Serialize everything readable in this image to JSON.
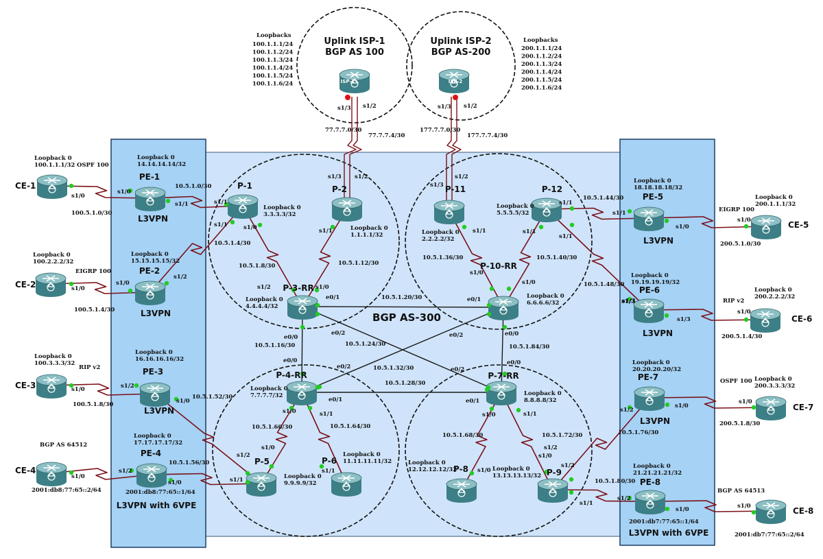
{
  "titles": {
    "isp1_line1": "Uplink ISP-1",
    "isp1_line2": "BGP AS 100",
    "isp2_line1": "Uplink ISP-2",
    "isp2_line2": "BGP AS-200",
    "as300": "BGP AS-300"
  },
  "loopback_blocks": {
    "isp1": {
      "header": "Loopbacks",
      "lines": [
        "100.1.1.1/24",
        "100.1.1.2/24",
        "100.1.1.3/24",
        "100.1.1.4/24",
        "100.1.1.5/24",
        "100.1.1.6/24"
      ]
    },
    "isp2": {
      "header": "Loopbacks",
      "lines": [
        "200.1.1.1/24",
        "200.1.1.2/24",
        "200.1.1.3/24",
        "200.1.1.4/24",
        "200.1.1.5/24",
        "200.1.1.6/24"
      ]
    }
  },
  "routers": [
    {
      "id": "isp1",
      "name": "ISP-1",
      "inner": true
    },
    {
      "id": "isp2",
      "name": "ISP-2",
      "inner": true
    },
    {
      "id": "ce1",
      "name": "CE-1"
    },
    {
      "id": "ce2",
      "name": "CE-2"
    },
    {
      "id": "ce3",
      "name": "CE-3"
    },
    {
      "id": "ce4",
      "name": "CE-4"
    },
    {
      "id": "pe1",
      "name": "PE-1",
      "sub": "L3VPN",
      "lo1": "Loopback 0",
      "lo2": "14.14.14.14/32"
    },
    {
      "id": "pe2",
      "name": "PE-2",
      "sub": "L3VPN",
      "lo1": "Loopback 0",
      "lo2": "15.15.15.15/32"
    },
    {
      "id": "pe3",
      "name": "PE-3",
      "sub": "L3VPN",
      "lo1": "Loopback 0",
      "lo2": "16.16.16.16/32"
    },
    {
      "id": "pe4",
      "name": "PE-4",
      "sub": "L3VPN with 6VPE",
      "lo1": "Loopback 0",
      "lo2": "17.17.17.17/32"
    },
    {
      "id": "p1",
      "name": "P-1",
      "lo1": "Loopback 0",
      "lo2": "3.3.3.3/32"
    },
    {
      "id": "p2",
      "name": "P-2",
      "lo1": "Loopback 0",
      "lo2": "1.1.1.1/32"
    },
    {
      "id": "p3",
      "name": "P-3-RR",
      "lo1": "Loopback 0",
      "lo2": "4.4.4.4/32"
    },
    {
      "id": "p11",
      "name": "P-11",
      "lo1": "Loopback 0",
      "lo2": "2.2.2.2/32"
    },
    {
      "id": "p12",
      "name": "P-12",
      "lo1": "Loopback 0",
      "lo2": "5.5.5.5/32"
    },
    {
      "id": "p10",
      "name": "P-10-RR",
      "lo1": "Loopback 0",
      "lo2": "6.6.6.6/32"
    },
    {
      "id": "p4",
      "name": "P-4-RR",
      "lo1": "Loopback 0",
      "lo2": "7.7.7.7/32"
    },
    {
      "id": "p5",
      "name": "P-5",
      "lo1": "Loopback 0",
      "lo2": "9.9.9.9/32"
    },
    {
      "id": "p6",
      "name": "P-6",
      "lo1": "Loopback 0",
      "lo2": "11.11.11.11/32"
    },
    {
      "id": "p7",
      "name": "P-7-RR",
      "lo1": "Loopback 0",
      "lo2": "8.8.8.8/32"
    },
    {
      "id": "p8",
      "name": "P-8",
      "lo1": "Loopback 0",
      "lo2": "12.12.12.12/32"
    },
    {
      "id": "p9",
      "name": "P-9",
      "lo1": "Loopback 0",
      "lo2": "13.13.13.13/32"
    },
    {
      "id": "pe5",
      "name": "PE-5",
      "sub": "L3VPN",
      "lo1": "Loopback 0",
      "lo2": "18.18.18.18/32"
    },
    {
      "id": "pe6",
      "name": "PE-6",
      "sub": "L3VPN",
      "lo1": "Loopback 0",
      "lo2": "19.19.19.19/32"
    },
    {
      "id": "pe7",
      "name": "PE-7",
      "sub": "L3VPN",
      "lo1": "Loopback 0",
      "lo2": "20.20.20.20/32"
    },
    {
      "id": "pe8",
      "name": "PE-8",
      "sub": "L3VPN with 6VPE",
      "lo1": "Loopback 0",
      "lo2": "21.21.21.21/32"
    },
    {
      "id": "ce5",
      "name": "CE-5"
    },
    {
      "id": "ce6",
      "name": "CE-6"
    },
    {
      "id": "ce7",
      "name": "CE-7"
    },
    {
      "id": "ce8",
      "name": "CE-8"
    }
  ],
  "ce_info": {
    "ce1": {
      "lo1": "Loopback 0",
      "lo2": "100.1.1.1/32",
      "proto": "OSPF 100",
      "link": "100.5.1.0/30"
    },
    "ce2": {
      "lo1": "Loopback 0",
      "lo2": "100.2.2.2/32",
      "proto": "EIGRP 100",
      "link": "100.5.1.4/30"
    },
    "ce3": {
      "lo1": "Loopback 0",
      "lo2": "100.3.3.3/32",
      "proto": "RIP v2",
      "link": "100.5.1.8/30"
    },
    "ce4": {
      "proto": "BGP AS 64512",
      "link": "2001:db8:77:65::2/64",
      "pe_addr": "2001:db8:77:65::1/64"
    },
    "ce5": {
      "lo1": "Loopback 0",
      "lo2": "200.1.1.1/32",
      "proto": "EIGRP 100",
      "link": "200.5.1.0/30"
    },
    "ce6": {
      "lo1": "Loopback 0",
      "lo2": "200.2.2.2/32",
      "proto": "RIP v2",
      "link": "200.5.1.4/30"
    },
    "ce7": {
      "lo1": "Loopback 0",
      "lo2": "200.3.3.3/32",
      "proto": "OSPF 100",
      "link": "200.5.1.8/30"
    },
    "ce8": {
      "proto": "BGP AS 64513",
      "link": "2001:db7:77:65::2/64",
      "pe_addr": "2001:db7:77:65::1/64"
    }
  },
  "subnets": [
    "77.7.7.0/30",
    "77.7.7.4/30",
    "177.7.7.0/30",
    "177.7.7.4/30",
    "10.5.1.0/30",
    "10.5.1.4/30",
    "10.5.1.8/30",
    "10.5.1.12/30",
    "10.5.1.36/30",
    "10.5.1.40/30",
    "10.5.1.44/30",
    "10.5.1.48/30",
    "10.5.1.20/30",
    "10.5.1.16/30",
    "10.5.1.24/30",
    "10.5.1.84/30",
    "10.5.1.32/30",
    "10.5.1.28/30",
    "10.5.1.52/30",
    "10.5.1.56/30",
    "10.5.1.60/30",
    "10.5.1.64/30",
    "10.5.1.68/30",
    "10.5.1.72/30",
    "10.5.1.76/30",
    "10.5.1.80/30"
  ],
  "interfaces": [
    "s1/3",
    "s1/2",
    "s1/3",
    "s1/2",
    "s1/3",
    "s1/2",
    "s1/3",
    "s1/2",
    "s1/0",
    "s1/0",
    "s1/1",
    "s1/0",
    "s1/2",
    "s1/0",
    "s1/0",
    "s1/2",
    "s1/0",
    "s1/0",
    "s1/2",
    "s1/0",
    "s1/0",
    "s1/1",
    "s1/1",
    "s1/1",
    "s1/2",
    "s1/0",
    "s1/1",
    "s1/0",
    "s1/1",
    "s1/0",
    "s1/1",
    "s1/1",
    "s1/1",
    "s1/3",
    "s1/0",
    "e0/1",
    "e0/2",
    "e0/0",
    "e0/1",
    "e0/2",
    "e0/0",
    "e0/0",
    "e0/2",
    "e0/1",
    "e0/2",
    "e0/0",
    "e0/1",
    "s1/0",
    "s1/1",
    "s1/2",
    "s1/0",
    "s1/1",
    "s1/1",
    "s1/2",
    "s1/2",
    "s1/0",
    "s1/0",
    "s1/1",
    "s1/0",
    "s1/2",
    "s1/0",
    "s1/1",
    "s1/2",
    "s1/3",
    "s1/3",
    "s1/0",
    "s1/0",
    "s1/0",
    "s1/0",
    "s1/0",
    "s1/0"
  ],
  "colors": {
    "pe_panel": "#a6d2f5",
    "as_region": "#cfe4fa",
    "serial": "#7a1018",
    "ethernet": "#1a1a1a",
    "router_body": "#3d7f86",
    "router_top": "#8cbfc4",
    "port": "#22cc22",
    "uplink_port": "#e01010"
  }
}
